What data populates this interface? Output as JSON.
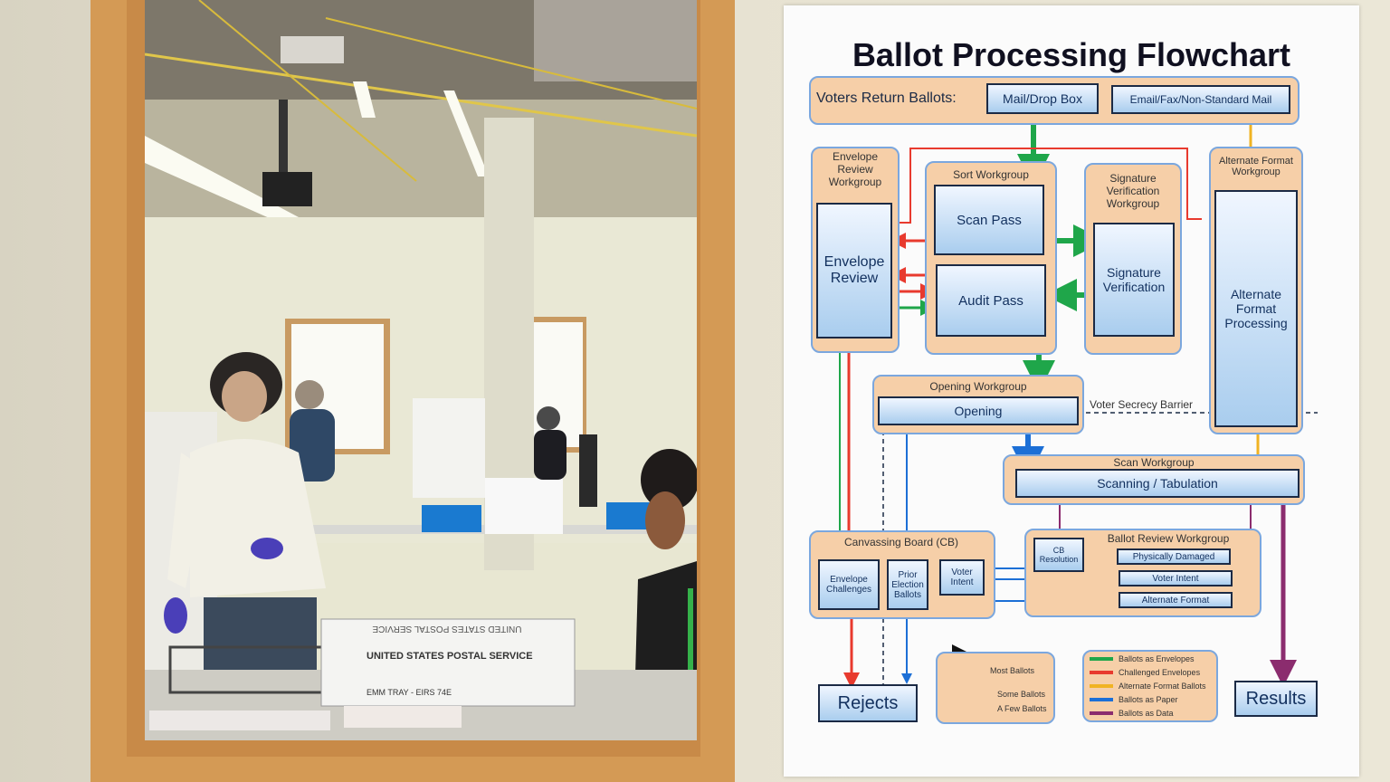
{
  "flowchart": {
    "title": "Ballot Processing Flowchart",
    "voters_return": "Voters Return Ballots:",
    "mail_drop_box": "Mail/Drop Box",
    "email_fax": "Email/Fax/Non-Standard Mail",
    "envelope_review_workgroup": "Envelope Review Workgroup",
    "envelope_review": "Envelope Review",
    "sort_workgroup": "Sort Workgroup",
    "scan_pass": "Scan Pass",
    "audit_pass": "Audit Pass",
    "signature_workgroup": "Signature Verification Workgroup",
    "signature_verification": "Signature Verification",
    "alt_format_workgroup": "Alternate Format Workgroup",
    "alt_format_processing": "Alternate Format Processing",
    "opening_workgroup": "Opening Workgroup",
    "opening": "Opening",
    "voter_secrecy_barrier": "Voter Secrecy Barrier",
    "scan_workgroup": "Scan Workgroup",
    "scanning_tabulation": "Scanning / Tabulation",
    "canvassing_board": "Canvassing Board (CB)",
    "envelope_challenges": "Envelope Challenges",
    "prior_election_ballots": "Prior Election Ballots",
    "voter_intent_cb": "Voter Intent",
    "cb_resolution": "CB Resolution",
    "ballot_review_workgroup": "Ballot Review Workgroup",
    "physically_damaged": "Physically Damaged",
    "voter_intent": "Voter Intent",
    "alternate_format": "Alternate Format",
    "rejects": "Rejects",
    "results": "Results",
    "legend_arrows": {
      "most": "Most Ballots",
      "some": "Some Ballots",
      "few": "A Few Ballots"
    },
    "legend_colors": [
      {
        "label": "Ballots as Envelopes",
        "color": "#1fa64a"
      },
      {
        "label": "Challenged Envelopes",
        "color": "#e83a2e"
      },
      {
        "label": "Alternate Format Ballots",
        "color": "#f0b323"
      },
      {
        "label": "Ballots as Paper",
        "color": "#1c6fd6"
      },
      {
        "label": "Ballots as Data",
        "color": "#8b2c6e"
      }
    ]
  },
  "scene": {
    "tray_label": "UNITED STATES POSTAL SERVICE",
    "tray_label_mirrored": "UNITED STATES POSTAL SERVICE",
    "tray_code": "EMM TRAY - EIRS 74E"
  }
}
